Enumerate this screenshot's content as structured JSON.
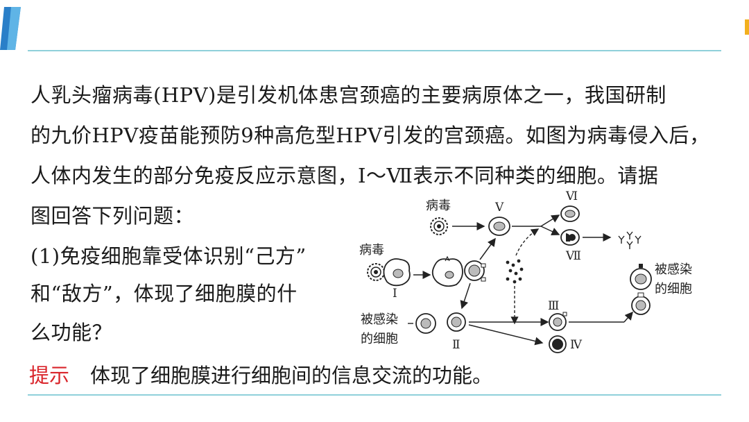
{
  "colors": {
    "accent_rule": "#8fd0da",
    "tip_red": "#d9242a",
    "tab_blue": "#2a7fc8",
    "mark_yellow": "#f2b01e"
  },
  "question": {
    "line1": "人乳头瘤病毒(HPV)是引发机体患宫颈癌的主要病原体之一，我国研制",
    "line2": "的九价HPV疫苗能预防9种高危型HPV引发的宫颈癌。如图为病毒侵入后，",
    "line3": "人体内发生的部分免疫反应示意图，Ⅰ～Ⅶ表示不同种类的细胞。请据",
    "line4": "图回答下列问题：",
    "sub1_line1": "(1)免疫细胞靠受体识别“己方”",
    "sub1_line2": "和“敌方”，体现了细胞膜的什",
    "sub1_line3": "么功能？"
  },
  "tip": {
    "label": "提示",
    "text": "体现了细胞膜进行细胞间的信息交流的功能。"
  },
  "diagram": {
    "virus_label_top": "病毒",
    "virus_label_left": "病毒",
    "infected_cell_left": [
      "被感染",
      "的细胞"
    ],
    "infected_cell_right": [
      "被感染",
      "的细胞"
    ],
    "cell_labels": {
      "I": "Ⅰ",
      "II": "Ⅱ",
      "III": "Ⅲ",
      "IV": "Ⅳ",
      "V": "Ⅴ",
      "VI": "Ⅵ",
      "VII": "Ⅶ"
    }
  }
}
